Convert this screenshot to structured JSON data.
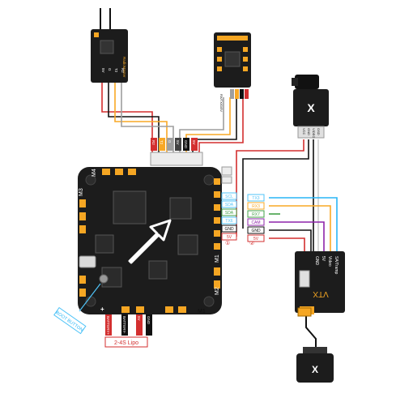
{
  "receiver_left": {
    "brand": "RadioMaster",
    "pins": [
      "5V",
      "G",
      "T2",
      "R2"
    ]
  },
  "receiver_right": {
    "label": "RX/TX/G/5V"
  },
  "camera": {
    "logo": "X",
    "pins": [
      "VCC",
      "GND",
      "VIDEO",
      "OSD"
    ]
  },
  "fc_connector_pins": [
    {
      "text": "R2",
      "color": "#d32f2f"
    },
    {
      "text": "T2",
      "color": "#f9a825"
    },
    {
      "text": "G",
      "color": "#9e9e9e"
    },
    {
      "text": "5V",
      "color": "#424242"
    },
    {
      "text": "GND",
      "color": "#111111"
    },
    {
      "text": "5V",
      "color": "#d32f2f"
    }
  ],
  "fc_side_pads": [
    {
      "text": "SCL",
      "color": "#4fc3f7"
    },
    {
      "text": "SDA",
      "color": "#4fc3f7"
    },
    {
      "text": "SDA",
      "color": "#43a047"
    },
    {
      "text": "TX6",
      "color": "#4fc3f7"
    },
    {
      "text": "GND",
      "color": "#111111"
    },
    {
      "text": "5V",
      "color": "#d32f2f"
    }
  ],
  "fc_wire_tags": [
    {
      "text": "TX3",
      "color": "#4fc3f7"
    },
    {
      "text": "RX3",
      "color": "#f9a825"
    },
    {
      "text": "RX7",
      "color": "#43a047"
    },
    {
      "text": "CAM",
      "color": "#8e24aa"
    },
    {
      "text": "GND",
      "color": "#111111"
    },
    {
      "text": "5V",
      "color": "#d32f2f"
    }
  ],
  "fc_motor_labels": [
    "M4",
    "M3",
    "M1",
    "M2"
  ],
  "fc_corner_labels": [
    "M1",
    "M2"
  ],
  "fc_numbers": [
    "①",
    "②"
  ],
  "battery_pads": [
    {
      "text": "BATTERY+",
      "color": "#d32f2f"
    },
    {
      "text": "BATTERY-",
      "color": "#111111"
    },
    {
      "text": "5V",
      "color": "#d32f2f"
    },
    {
      "text": "GND",
      "color": "#111111"
    }
  ],
  "battery_label": "2-4S Lipo",
  "usb_label": "BOOT BUTTON",
  "vtx": {
    "label": "VTX",
    "pins": [
      "GND",
      "5V",
      "Video",
      "SA/Tramp"
    ]
  },
  "antenna_logo": "X",
  "colors": {
    "pcb": "#1c1c1c",
    "pad": "#f5a623",
    "wire_red": "#d32f2f",
    "wire_yellow": "#f9a825",
    "wire_black": "#111111",
    "wire_white": "#cfcfcf",
    "wire_purple": "#8e24aa",
    "wire_green": "#43a047",
    "wire_blue": "#29b6f6"
  }
}
